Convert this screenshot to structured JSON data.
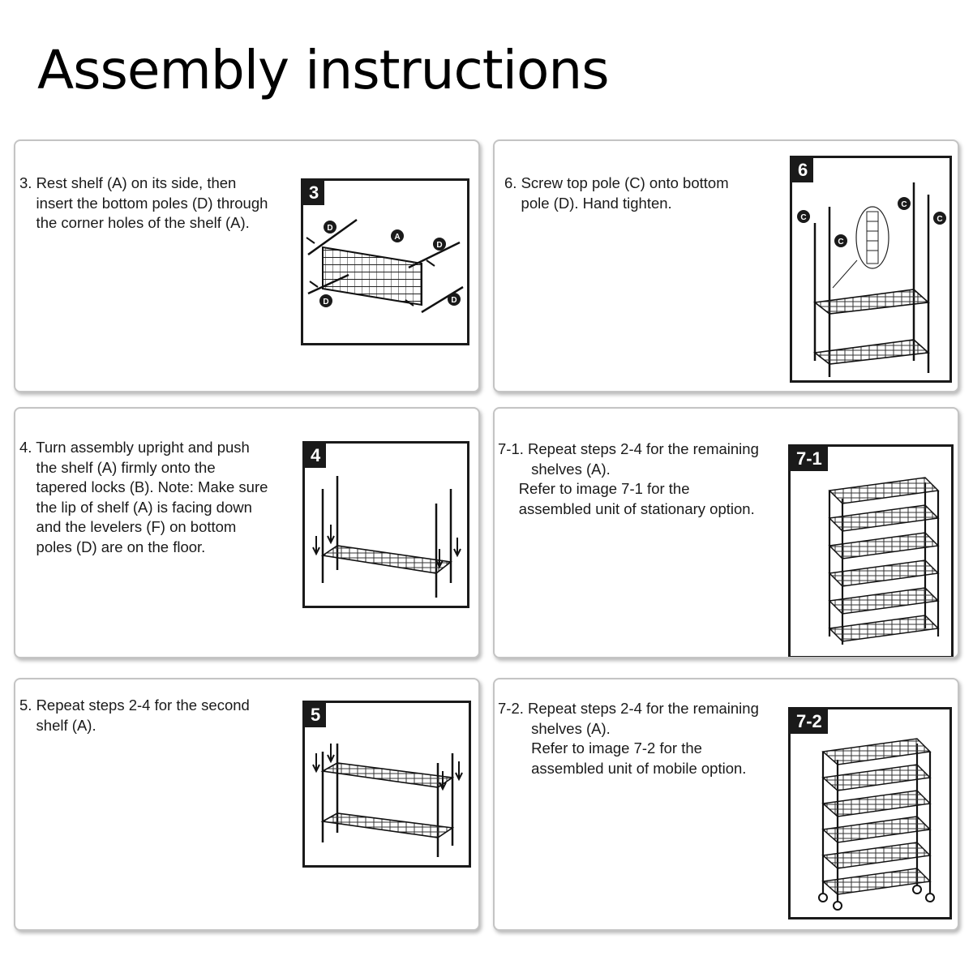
{
  "header": {
    "title": "Assembly instructions"
  },
  "steps": {
    "s3": {
      "text": "3. Rest shelf (A) on its side, then\n    insert the bottom poles (D) through\n    the corner holes of the shelf (A).",
      "badge": "3",
      "labels": {
        "d": "D",
        "a": "A"
      }
    },
    "s6": {
      "text": "6. Screw top pole (C) onto bottom\n    pole (D). Hand tighten.",
      "badge": "6",
      "labels": {
        "c": "C"
      }
    },
    "s4": {
      "text": "4. Turn assembly upright and push\n    the shelf (A) firmly onto the\n    tapered locks (B). Note: Make sure\n    the lip of shelf (A) is facing down\n    and the levelers (F) on bottom\n    poles (D) are on the floor.",
      "badge": "4"
    },
    "s71": {
      "text": "7-1. Repeat steps 2-4 for the remaining\n        shelves (A).\n     Refer to image 7-1 for the\n     assembled unit of stationary option.",
      "badge": "7-1"
    },
    "s5": {
      "text": "5. Repeat steps 2-4 for the second\n    shelf (A).",
      "badge": "5"
    },
    "s72": {
      "text": "7-2. Repeat steps 2-4 for the remaining\n        shelves (A).\n        Refer to image 7-2 for the\n        assembled unit of mobile option.",
      "badge": "7-2"
    }
  }
}
